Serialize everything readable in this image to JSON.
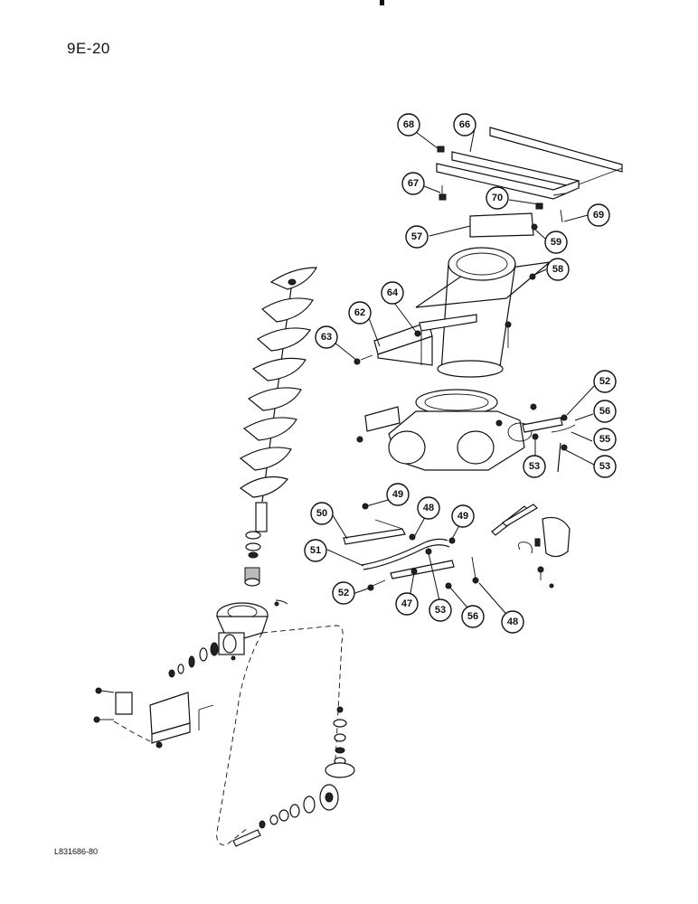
{
  "page": {
    "page_number": "9E-20",
    "drawing_code": "L831686-80"
  },
  "callouts": [
    "68",
    "66",
    "67",
    "70",
    "69",
    "57",
    "59",
    "58",
    "64",
    "62",
    "63",
    "52",
    "56",
    "55",
    "53",
    "53",
    "49",
    "48",
    "49",
    "50",
    "51",
    "52",
    "47",
    "53",
    "56",
    "48"
  ],
  "colors": {
    "ink": "#111111",
    "paper": "#ffffff"
  }
}
